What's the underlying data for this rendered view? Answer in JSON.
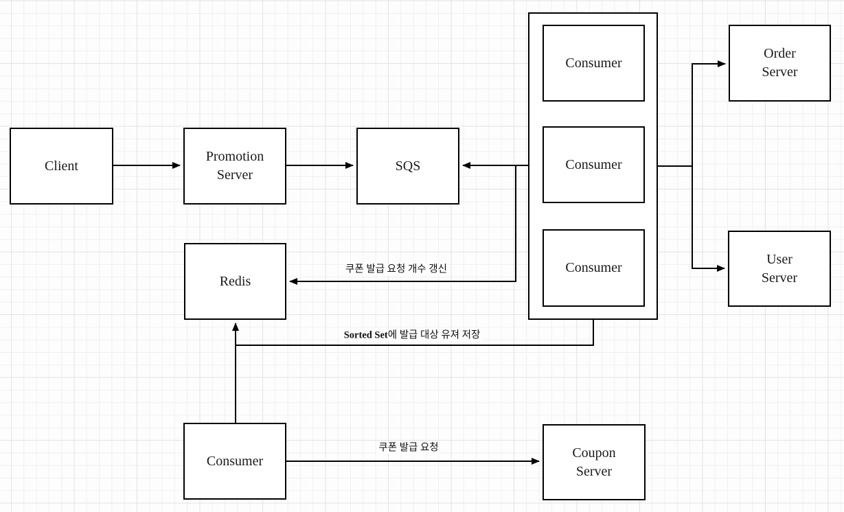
{
  "diagram": {
    "nodes": {
      "client": {
        "label": "Client"
      },
      "promotion_server": {
        "label": "Promotion\nServer"
      },
      "sqs": {
        "label": "SQS"
      },
      "consumer_group_1": {
        "label": "Consumer"
      },
      "consumer_group_2": {
        "label": "Consumer"
      },
      "consumer_group_3": {
        "label": "Consumer"
      },
      "order_server": {
        "label": "Order\nServer"
      },
      "user_server": {
        "label": "User\nServer"
      },
      "redis": {
        "label": "Redis"
      },
      "consumer_worker": {
        "label": "Consumer"
      },
      "coupon_server": {
        "label": "Coupon\nServer"
      }
    },
    "edge_labels": {
      "update_request_count": "쿠폰 발급 요청 개수 갱신",
      "sorted_set_bold": "Sorted Set",
      "sorted_set_rest": "에 발급 대상 유져 저장",
      "coupon_request": "쿠폰 발급 요청"
    },
    "colors": {
      "line": "#000000",
      "node_fill": "#ffffff",
      "node_border": "#000000",
      "background": "#fdfdfd",
      "grid_minor": "#f0f0f0",
      "grid_major": "#e3e3e3"
    }
  }
}
